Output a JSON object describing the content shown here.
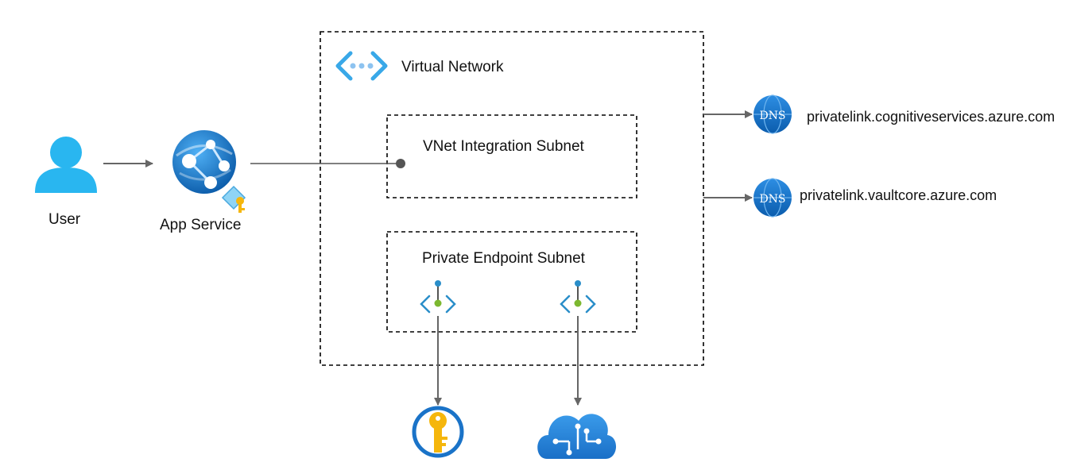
{
  "nodes": {
    "user": {
      "label": "User",
      "icon": "user-icon"
    },
    "app_service": {
      "label": "App Service",
      "icon": "app-service-icon"
    },
    "virtual_network": {
      "label": "Virtual Network",
      "icon": "virtual-network-icon"
    },
    "vnet_integration_subnet": {
      "label": "VNet Integration Subnet"
    },
    "private_endpoint_subnet": {
      "label": "Private Endpoint Subnet"
    },
    "private_endpoint_1": {
      "icon": "private-endpoint-icon"
    },
    "private_endpoint_2": {
      "icon": "private-endpoint-icon"
    },
    "key_vault": {
      "icon": "key-vault-icon"
    },
    "cognitive_services": {
      "icon": "cognitive-services-icon"
    },
    "dns_cognitive": {
      "icon_text": "DNS",
      "label": "privatelink.cognitiveservices.azure.com"
    },
    "dns_vault": {
      "icon_text": "DNS",
      "label": "privatelink.vaultcore.azure.com"
    }
  },
  "colors": {
    "arrow": "#666666",
    "border": "#000000",
    "azure_blue": "#1e90e8",
    "azure_dark_blue": "#0a5aa8",
    "user_blue": "#29b6f0",
    "endpoint_blue": "#2a8ec9",
    "endpoint_green": "#7cb82f",
    "key_gold": "#f5b60c"
  }
}
